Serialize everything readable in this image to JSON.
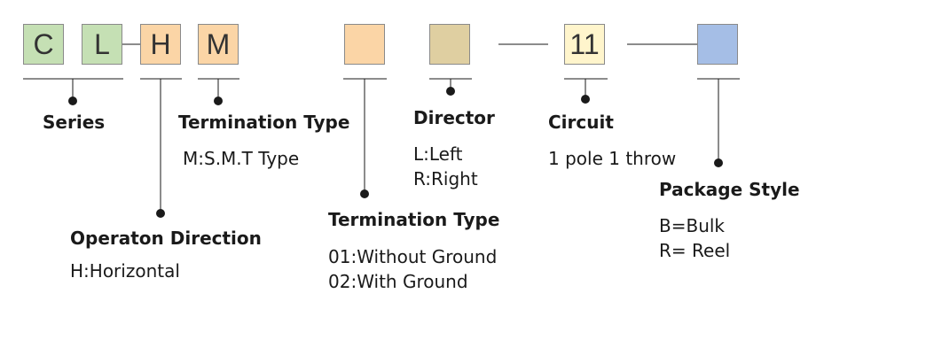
{
  "colors": {
    "green": "#c5e0b4",
    "orange": "#fbd5a6",
    "tan": "#dfcfa1",
    "yellow": "#fff5cc",
    "blue": "#a5bee6",
    "line": "#1a1a1a"
  },
  "boxes": [
    {
      "id": "c",
      "label": "C"
    },
    {
      "id": "l",
      "label": "L"
    },
    {
      "id": "h",
      "label": "H"
    },
    {
      "id": "m",
      "label": "M"
    },
    {
      "id": "termination",
      "label": ""
    },
    {
      "id": "director",
      "label": ""
    },
    {
      "id": "circuit",
      "label": "11"
    },
    {
      "id": "package",
      "label": ""
    }
  ],
  "fields": {
    "series": {
      "title": "Series"
    },
    "operation": {
      "title": "Operaton Direction",
      "desc": [
        "H:Horizontal"
      ]
    },
    "termination_type_top": {
      "title": "Termination Type",
      "desc": [
        "M:S.M.T Type"
      ]
    },
    "termination_type_bottom": {
      "title": "Termination Type",
      "desc": [
        "01:Without Ground",
        "02:With Ground"
      ]
    },
    "director": {
      "title": "Director",
      "desc": [
        "L:Left",
        "R:Right"
      ]
    },
    "circuit": {
      "title": "Circuit",
      "desc": [
        "1 pole 1 throw"
      ]
    },
    "package": {
      "title": "Package Style",
      "desc": [
        "B=Bulk",
        "R= Reel"
      ]
    }
  }
}
